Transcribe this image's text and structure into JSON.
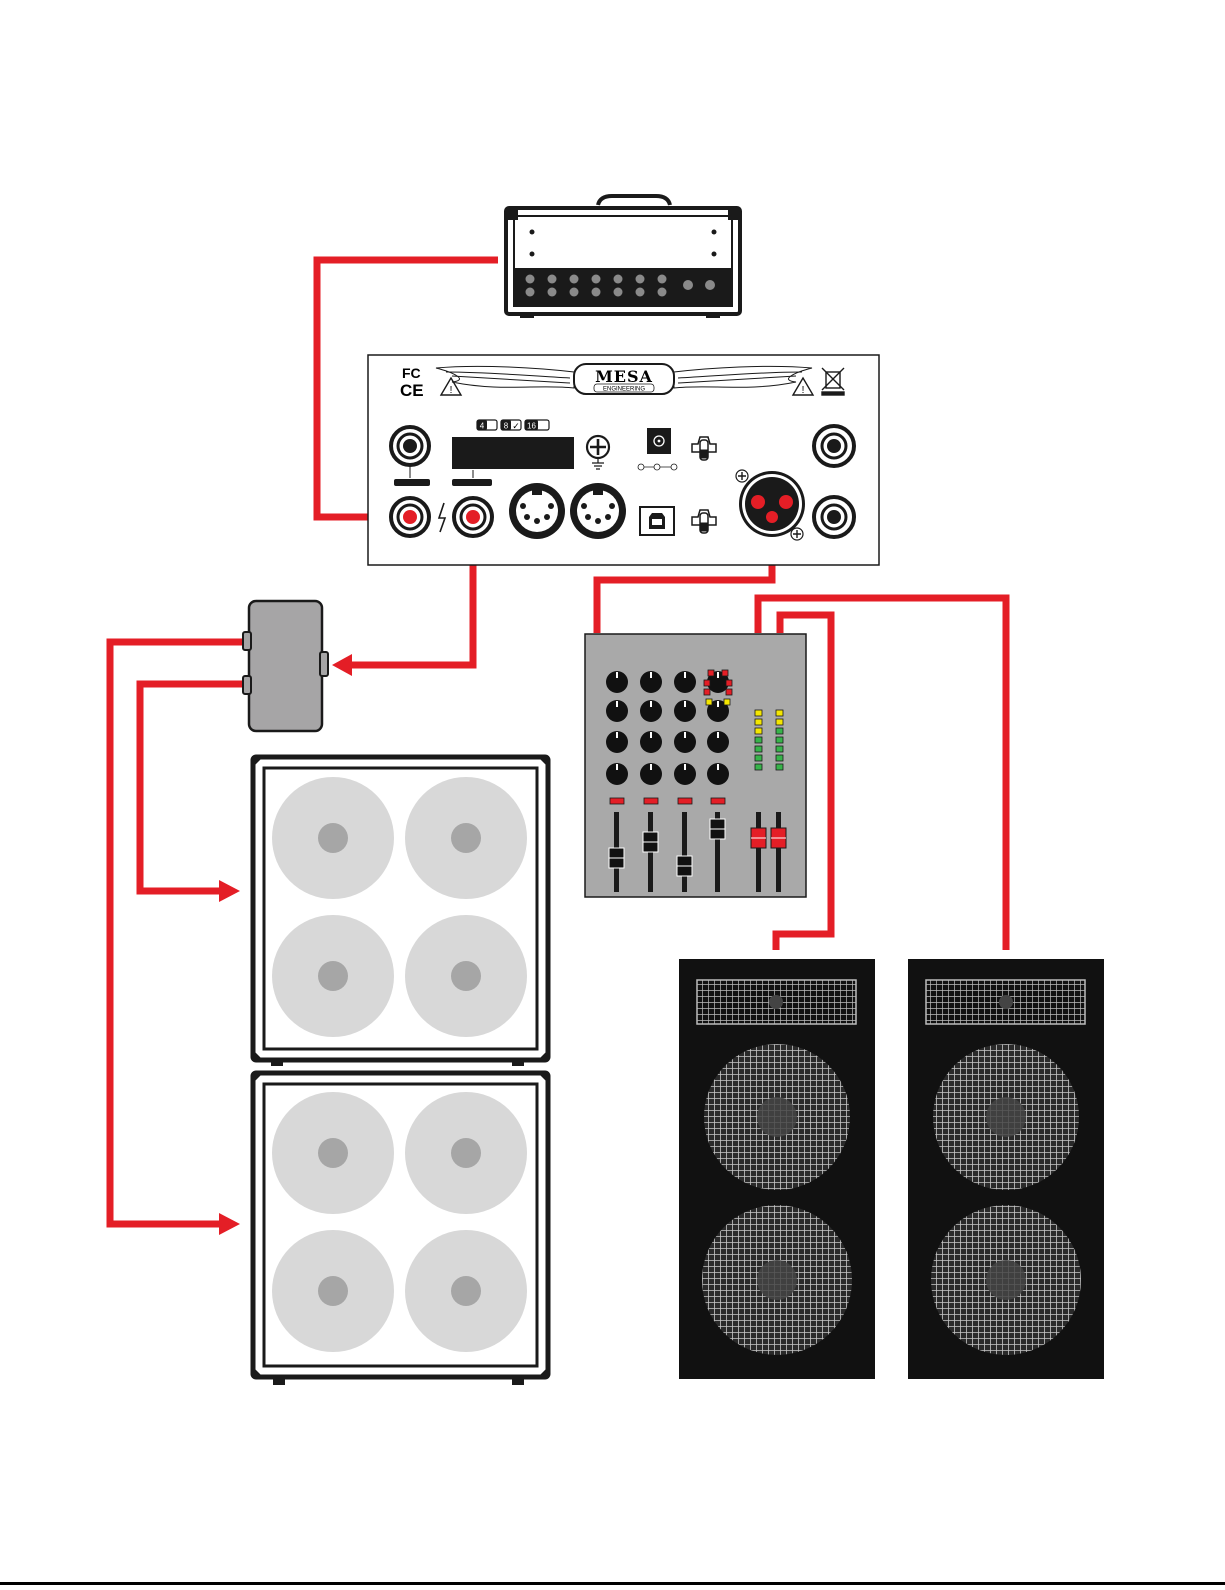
{
  "colors": {
    "cable": "#e41e26",
    "outline": "#1a1a1a",
    "speaker_cone": "#d8d8d8",
    "speaker_dust_cap": "#a6a6a6",
    "mixer_body": "#a9a9a9",
    "pedal_body": "#a6a5a6",
    "meter_green": "#37b34a",
    "meter_yellow": "#f4e600",
    "monitor_body": "#111111"
  },
  "rear_panel": {
    "brand": "MESA",
    "sub_brand": "ENGINEERING",
    "marks": {
      "fcc": "FC",
      "ce": "CE"
    },
    "impedance_options": [
      "4",
      "8",
      "16"
    ],
    "selected_impedance": "8",
    "check_mark": "✓"
  },
  "icons": {
    "amp_head": "amplifier-head-icon",
    "pedal": "effects-pedal-icon",
    "cabinet": "4x12-speaker-cabinet-icon",
    "mixer": "mixing-console-icon",
    "monitor": "pa-speaker-icon",
    "warning": "warning-triangle-icon",
    "weee": "crossed-bin-icon",
    "ground": "ground-symbol-icon",
    "usb": "usb-b-port-icon",
    "xlr": "xlr-output-icon",
    "midi": "midi-port-icon",
    "toggle": "toggle-switch-icon",
    "plus": "plus-icon",
    "lightning": "lightning-bolt-icon"
  }
}
